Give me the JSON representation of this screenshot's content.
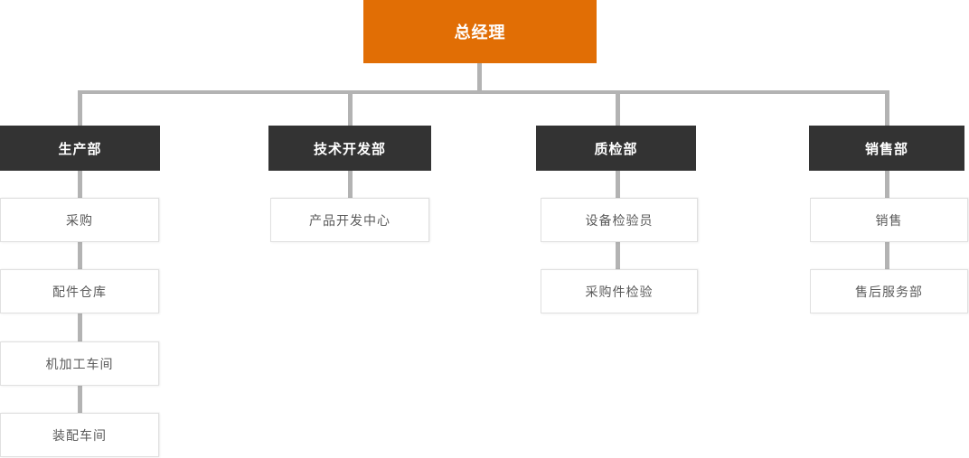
{
  "colors": {
    "root_bg": "#E16E05",
    "root_text": "#FFFFFF",
    "dept_bg": "#333333",
    "dept_text": "#FFFFFF",
    "leaf_bg": "#FFFFFF",
    "leaf_border": "#E0E0E0",
    "leaf_text": "#5A5A5A",
    "connector": "#B3B3B3"
  },
  "org": {
    "root": {
      "label": "总经理"
    },
    "departments": [
      {
        "label": "生产部",
        "children": [
          "采购",
          "配件仓库",
          "机加工车间",
          "装配车间"
        ]
      },
      {
        "label": "技术开发部",
        "children": [
          "产品开发中心"
        ]
      },
      {
        "label": "质检部",
        "children": [
          "设备检验员",
          "采购件检验"
        ]
      },
      {
        "label": "销售部",
        "children": [
          "销售",
          "售后服务部"
        ]
      }
    ]
  }
}
